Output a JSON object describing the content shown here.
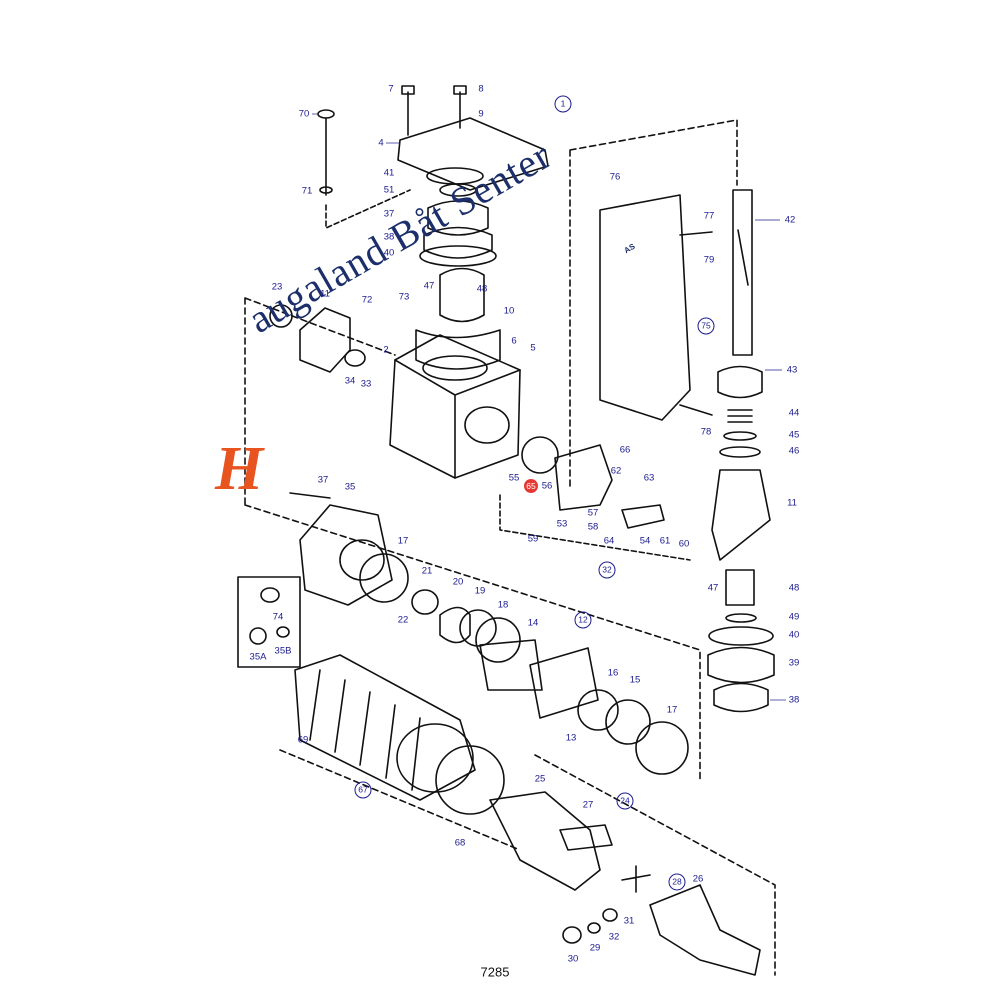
{
  "figure_number": "7285",
  "watermark": {
    "initial": "H",
    "rest": "augaland Båt Senter",
    "suffix": "AS",
    "colors": {
      "initial": "#e8541f",
      "text": "#1c2f6b"
    }
  },
  "callout_color": "#1b1b8f",
  "highlight_color": "#e53935",
  "callouts": {
    "c1": "1",
    "c2": "2",
    "c4": "4",
    "c5": "5",
    "c6": "6",
    "c7": "7",
    "c8": "8",
    "c9": "9",
    "c10": "10",
    "c11a": "11",
    "c11b": "11",
    "c12": "12",
    "c13": "13",
    "c14": "14",
    "c15": "15",
    "c16": "16",
    "c17a": "17",
    "c17b": "17",
    "c18": "18",
    "c19": "19",
    "c20": "20",
    "c21": "21",
    "c22": "22",
    "c23": "23",
    "c24": "24",
    "c25": "25",
    "c26": "26",
    "c27": "27",
    "c28": "28",
    "c29": "29",
    "c30": "30",
    "c31": "31",
    "c32": "32",
    "c32b": "32",
    "c33": "33",
    "c34": "34",
    "c35": "35",
    "c35a": "35A",
    "c35b": "35B",
    "c37a": "37",
    "c37b": "37",
    "c38a": "38",
    "c38b": "38",
    "c39": "39",
    "c40a": "40",
    "c40b": "40",
    "c41": "41",
    "c42": "42",
    "c43": "43",
    "c44": "44",
    "c45": "45",
    "c46": "46",
    "c47a": "47",
    "c47b": "47",
    "c48a": "48",
    "c48b": "48",
    "c49": "49",
    "c51": "51",
    "c53": "53",
    "c54": "54",
    "c55": "55",
    "c56": "56",
    "c57": "57",
    "c58": "58",
    "c59": "59",
    "c60": "60",
    "c61": "61",
    "c62": "62",
    "c63": "63",
    "c64": "64",
    "c65": "65",
    "c66": "66",
    "c67": "67",
    "c68": "68",
    "c69": "69",
    "c70": "70",
    "c71": "71",
    "c72": "72",
    "c73": "73",
    "c74": "74",
    "c75": "75",
    "c76": "76",
    "c77": "77",
    "c78": "78",
    "c79": "79"
  }
}
